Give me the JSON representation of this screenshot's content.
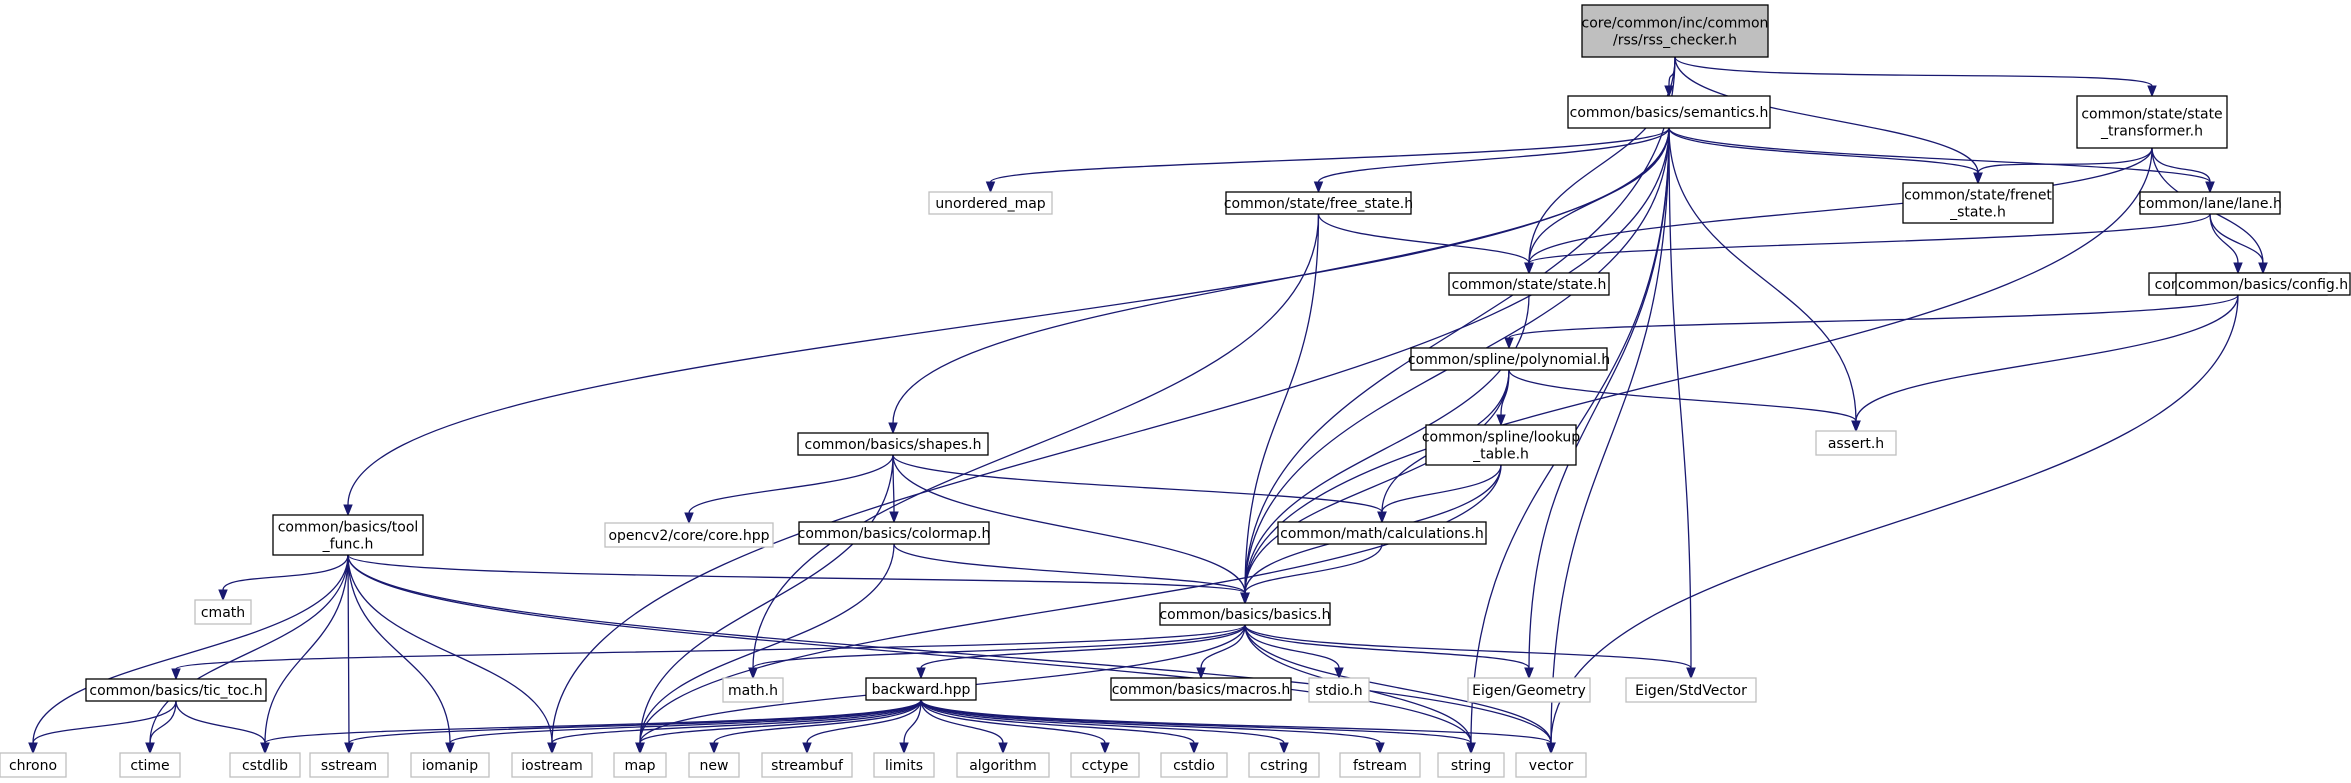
{
  "diagram": {
    "edge_color": "#191970",
    "root_fill": "#bfbfbf",
    "external_border": "#bfbfbf",
    "nodes": [
      {
        "id": "root",
        "label": [
          "core/common/inc/common",
          "/rss/rss_checker.h"
        ],
        "kind": "root"
      },
      {
        "id": "semantics",
        "label": [
          "common/basics/semantics.h"
        ],
        "kind": "primary"
      },
      {
        "id": "state_transformer",
        "label": [
          "common/state/state",
          "_transformer.h"
        ],
        "kind": "primary"
      },
      {
        "id": "unordered_map",
        "label": [
          "unordered_map"
        ],
        "kind": "external"
      },
      {
        "id": "free_state",
        "label": [
          "common/state/free_state.h"
        ],
        "kind": "primary"
      },
      {
        "id": "frenet_state",
        "label": [
          "common/state/frenet",
          "_state.h"
        ],
        "kind": "primary"
      },
      {
        "id": "lane",
        "label": [
          "common/lane/lane.h"
        ],
        "kind": "primary"
      },
      {
        "id": "state",
        "label": [
          "common/state/state.h"
        ],
        "kind": "primary"
      },
      {
        "id": "spline",
        "label": [
          "common/spline/spline.h"
        ],
        "kind": "primary"
      },
      {
        "id": "config",
        "label": [
          "common/basics/config.h"
        ],
        "kind": "primary"
      },
      {
        "id": "polynomial",
        "label": [
          "common/spline/polynomial.h"
        ],
        "kind": "primary"
      },
      {
        "id": "shapes",
        "label": [
          "common/basics/shapes.h"
        ],
        "kind": "primary"
      },
      {
        "id": "assert",
        "label": [
          "assert.h"
        ],
        "kind": "external"
      },
      {
        "id": "lookup_table",
        "label": [
          "common/spline/lookup",
          "_table.h"
        ],
        "kind": "primary"
      },
      {
        "id": "tool_func",
        "label": [
          "common/basics/tool",
          "_func.h"
        ],
        "kind": "primary"
      },
      {
        "id": "opencv",
        "label": [
          "opencv2/core/core.hpp"
        ],
        "kind": "external"
      },
      {
        "id": "colormap",
        "label": [
          "common/basics/colormap.h"
        ],
        "kind": "primary"
      },
      {
        "id": "calculations",
        "label": [
          "common/math/calculations.h"
        ],
        "kind": "primary"
      },
      {
        "id": "cmath",
        "label": [
          "cmath"
        ],
        "kind": "external"
      },
      {
        "id": "basics",
        "label": [
          "common/basics/basics.h"
        ],
        "kind": "primary"
      },
      {
        "id": "tic_toc",
        "label": [
          "common/basics/tic_toc.h"
        ],
        "kind": "primary"
      },
      {
        "id": "math_h",
        "label": [
          "math.h"
        ],
        "kind": "external"
      },
      {
        "id": "backward",
        "label": [
          "backward.hpp"
        ],
        "kind": "primary"
      },
      {
        "id": "macros",
        "label": [
          "common/basics/macros.h"
        ],
        "kind": "primary"
      },
      {
        "id": "stdio_h",
        "label": [
          "stdio.h"
        ],
        "kind": "external"
      },
      {
        "id": "eigen_geometry",
        "label": [
          "Eigen/Geometry"
        ],
        "kind": "external"
      },
      {
        "id": "eigen_stdvector",
        "label": [
          "Eigen/StdVector"
        ],
        "kind": "external"
      },
      {
        "id": "chrono",
        "label": [
          "chrono"
        ],
        "kind": "external"
      },
      {
        "id": "ctime",
        "label": [
          "ctime"
        ],
        "kind": "external"
      },
      {
        "id": "cstdlib",
        "label": [
          "cstdlib"
        ],
        "kind": "external"
      },
      {
        "id": "sstream",
        "label": [
          "sstream"
        ],
        "kind": "external"
      },
      {
        "id": "iomanip",
        "label": [
          "iomanip"
        ],
        "kind": "external"
      },
      {
        "id": "iostream",
        "label": [
          "iostream"
        ],
        "kind": "external"
      },
      {
        "id": "map",
        "label": [
          "map"
        ],
        "kind": "external"
      },
      {
        "id": "new",
        "label": [
          "new"
        ],
        "kind": "external"
      },
      {
        "id": "streambuf",
        "label": [
          "streambuf"
        ],
        "kind": "external"
      },
      {
        "id": "limits",
        "label": [
          "limits"
        ],
        "kind": "external"
      },
      {
        "id": "algorithm",
        "label": [
          "algorithm"
        ],
        "kind": "external"
      },
      {
        "id": "cctype",
        "label": [
          "cctype"
        ],
        "kind": "external"
      },
      {
        "id": "cstdio",
        "label": [
          "cstdio"
        ],
        "kind": "external"
      },
      {
        "id": "cstring",
        "label": [
          "cstring"
        ],
        "kind": "external"
      },
      {
        "id": "fstream",
        "label": [
          "fstream"
        ],
        "kind": "external"
      },
      {
        "id": "string",
        "label": [
          "string"
        ],
        "kind": "external"
      },
      {
        "id": "vector",
        "label": [
          "vector"
        ],
        "kind": "external"
      }
    ],
    "edges": [
      [
        "root",
        "semantics"
      ],
      [
        "root",
        "state_transformer"
      ],
      [
        "root",
        "state"
      ],
      [
        "root",
        "frenet_state"
      ],
      [
        "root",
        "basics"
      ],
      [
        "semantics",
        "unordered_map"
      ],
      [
        "semantics",
        "free_state"
      ],
      [
        "semantics",
        "frenet_state"
      ],
      [
        "semantics",
        "lane"
      ],
      [
        "semantics",
        "state"
      ],
      [
        "semantics",
        "shapes"
      ],
      [
        "semantics",
        "tool_func"
      ],
      [
        "semantics",
        "basics"
      ],
      [
        "semantics",
        "assert"
      ],
      [
        "semantics",
        "eigen_geometry"
      ],
      [
        "semantics",
        "eigen_stdvector"
      ],
      [
        "semantics",
        "iostream"
      ],
      [
        "semantics",
        "string"
      ],
      [
        "semantics",
        "vector"
      ],
      [
        "state_transformer",
        "frenet_state"
      ],
      [
        "state_transformer",
        "lane"
      ],
      [
        "state_transformer",
        "state"
      ],
      [
        "state_transformer",
        "config"
      ],
      [
        "state_transformer",
        "basics"
      ],
      [
        "free_state",
        "state"
      ],
      [
        "free_state",
        "basics"
      ],
      [
        "free_state",
        "math_h"
      ],
      [
        "lane",
        "state"
      ],
      [
        "lane",
        "spline"
      ],
      [
        "lane",
        "config"
      ],
      [
        "state",
        "basics"
      ],
      [
        "spline",
        "polynomial"
      ],
      [
        "spline",
        "assert"
      ],
      [
        "spline",
        "vector"
      ],
      [
        "polynomial",
        "lookup_table"
      ],
      [
        "polynomial",
        "calculations"
      ],
      [
        "polynomial",
        "basics"
      ],
      [
        "polynomial",
        "assert"
      ],
      [
        "lookup_table",
        "calculations"
      ],
      [
        "lookup_table",
        "basics"
      ],
      [
        "lookup_table",
        "map"
      ],
      [
        "shapes",
        "opencv"
      ],
      [
        "shapes",
        "colormap"
      ],
      [
        "shapes",
        "calculations"
      ],
      [
        "shapes",
        "basics"
      ],
      [
        "shapes",
        "map"
      ],
      [
        "colormap",
        "basics"
      ],
      [
        "colormap",
        "map"
      ],
      [
        "calculations",
        "basics"
      ],
      [
        "tool_func",
        "basics"
      ],
      [
        "tool_func",
        "cmath"
      ],
      [
        "tool_func",
        "chrono"
      ],
      [
        "tool_func",
        "ctime"
      ],
      [
        "tool_func",
        "cstdlib"
      ],
      [
        "tool_func",
        "sstream"
      ],
      [
        "tool_func",
        "iomanip"
      ],
      [
        "tool_func",
        "iostream"
      ],
      [
        "tool_func",
        "string"
      ],
      [
        "tool_func",
        "vector"
      ],
      [
        "basics",
        "tic_toc"
      ],
      [
        "basics",
        "backward"
      ],
      [
        "basics",
        "macros"
      ],
      [
        "basics",
        "stdio_h"
      ],
      [
        "basics",
        "eigen_geometry"
      ],
      [
        "basics",
        "eigen_stdvector"
      ],
      [
        "basics",
        "math_h"
      ],
      [
        "basics",
        "map"
      ],
      [
        "basics",
        "string"
      ],
      [
        "basics",
        "vector"
      ],
      [
        "tic_toc",
        "chrono"
      ],
      [
        "tic_toc",
        "ctime"
      ],
      [
        "tic_toc",
        "cstdlib"
      ],
      [
        "backward",
        "cstdlib"
      ],
      [
        "backward",
        "sstream"
      ],
      [
        "backward",
        "iomanip"
      ],
      [
        "backward",
        "iostream"
      ],
      [
        "backward",
        "map"
      ],
      [
        "backward",
        "new"
      ],
      [
        "backward",
        "streambuf"
      ],
      [
        "backward",
        "limits"
      ],
      [
        "backward",
        "algorithm"
      ],
      [
        "backward",
        "cctype"
      ],
      [
        "backward",
        "cstdio"
      ],
      [
        "backward",
        "cstring"
      ],
      [
        "backward",
        "fstream"
      ],
      [
        "backward",
        "string"
      ],
      [
        "backward",
        "vector"
      ]
    ]
  }
}
